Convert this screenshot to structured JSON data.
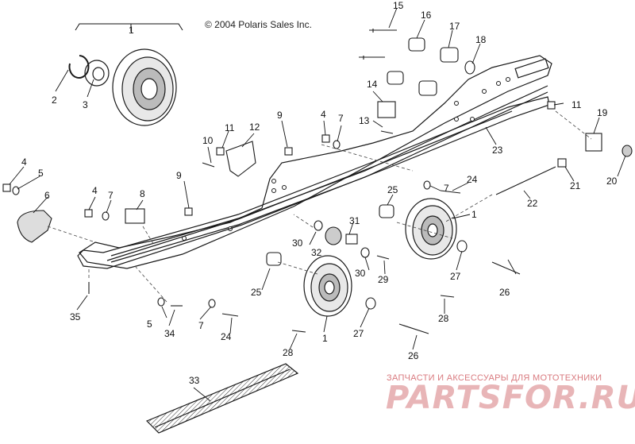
{
  "copyright": "© 2004 Polaris Sales Inc.",
  "watermark": {
    "tagline": "ЗАПЧАСТИ И АКСЕССУАРЫ ДЛЯ МОТОТЕХНИКИ",
    "logo": "PARTSFOR.RU"
  },
  "callouts": [
    "1",
    "2",
    "3",
    "4",
    "5",
    "6",
    "7",
    "8",
    "9",
    "10",
    "11",
    "12",
    "13",
    "14",
    "15",
    "16",
    "17",
    "18",
    "19",
    "20",
    "21",
    "22",
    "23",
    "24",
    "25",
    "26",
    "27",
    "28",
    "29",
    "30",
    "31",
    "32",
    "33",
    "34",
    "35"
  ],
  "colors": {
    "line": "#1a1a1a",
    "watermark": "#e3a3a6"
  }
}
